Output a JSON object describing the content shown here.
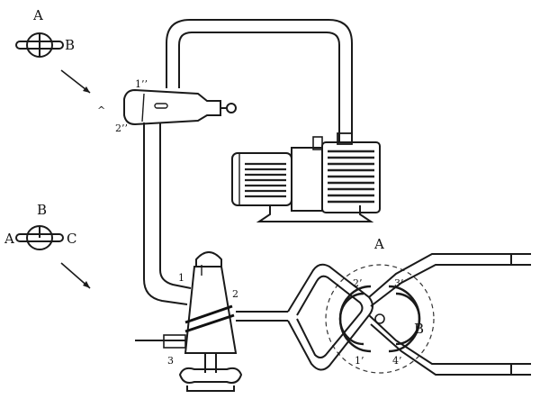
{
  "labels": {
    "valve_top": {
      "a": "A",
      "b": "B"
    },
    "valve_mid": {
      "a": "A",
      "b": "B",
      "c": "C"
    },
    "stopcock_top": {
      "p1": "1’’",
      "p2": "2’’",
      "mark": "^"
    },
    "stopcock_main": {
      "p1": "1",
      "p2": "2",
      "p3": "3"
    },
    "joint": {
      "a": "A",
      "b": "B",
      "p1": "1’",
      "p2": "2’",
      "p3": "3’",
      "p4": "4’"
    }
  }
}
